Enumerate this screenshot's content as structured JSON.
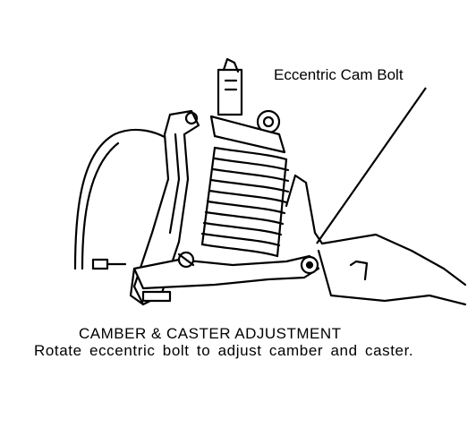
{
  "diagram": {
    "callout_label": "Eccentric Cam Bolt",
    "heading": "CAMBER & CASTER ADJUSTMENT",
    "caption": "Rotate eccentric bolt to adjust camber and caster."
  }
}
